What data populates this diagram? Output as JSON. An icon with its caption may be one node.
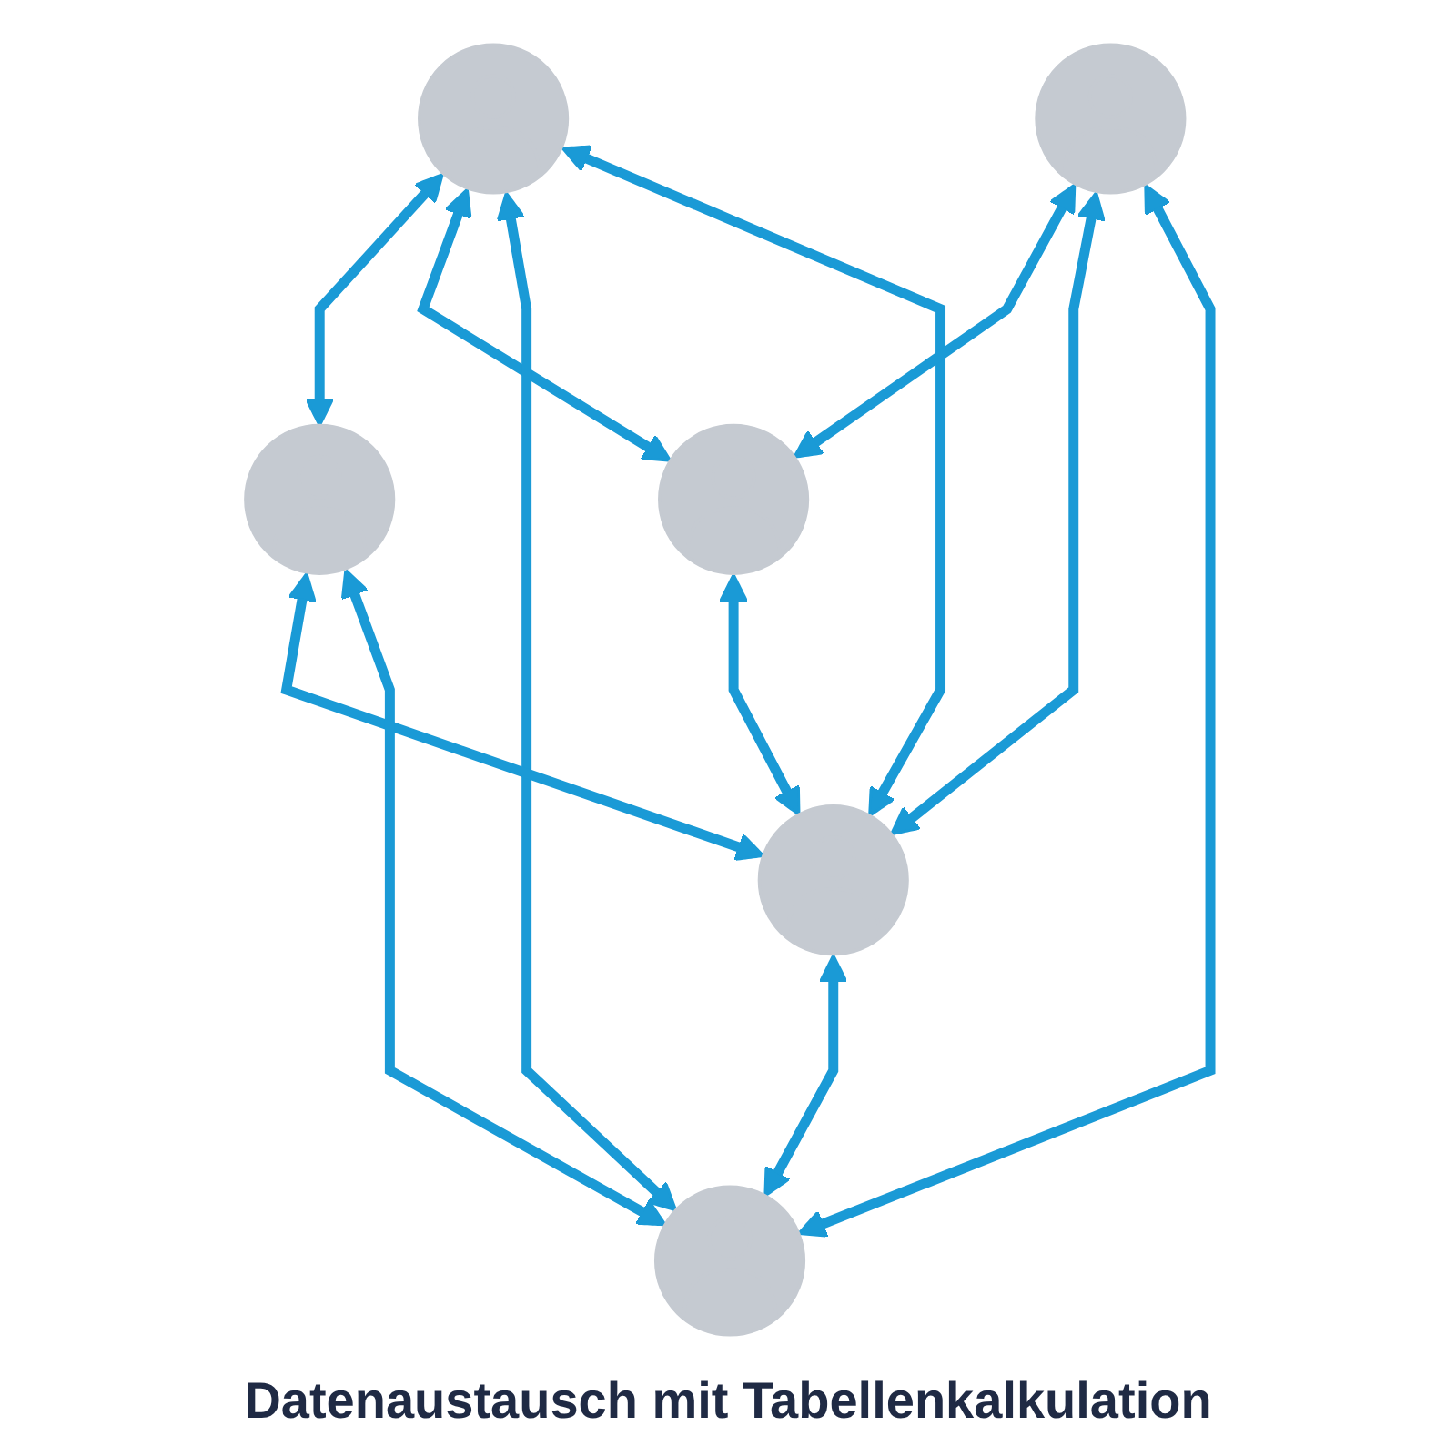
{
  "diagram": {
    "title": "Datenaustausch mit Tabellenkalkulation",
    "nodes": [
      {
        "text": [],
        "shape": "person"
      },
      {
        "text": [],
        "shape": "person"
      },
      {
        "text": [],
        "shape": "person"
      },
      {
        "text": [],
        "shape": "person"
      },
      {
        "text": [],
        "shape": "person"
      },
      {
        "text": [],
        "shape": "person"
      }
    ],
    "edges": [
      {
        "from": 0,
        "to": 2,
        "arrow": "both"
      },
      {
        "from": 0,
        "to": 3,
        "arrow": "both"
      },
      {
        "from": 0,
        "to": 5,
        "arrow": "both"
      },
      {
        "from": 0,
        "to": 4,
        "arrow": "both"
      },
      {
        "from": 1,
        "to": 3,
        "arrow": "both"
      },
      {
        "from": 1,
        "to": 4,
        "arrow": "both"
      },
      {
        "from": 1,
        "to": 5,
        "arrow": "both"
      },
      {
        "from": 2,
        "to": 4,
        "arrow": "both"
      },
      {
        "from": 2,
        "to": 5,
        "arrow": "both"
      },
      {
        "from": 3,
        "to": 4,
        "arrow": "both"
      },
      {
        "from": 4,
        "to": 5,
        "arrow": "both"
      }
    ]
  }
}
